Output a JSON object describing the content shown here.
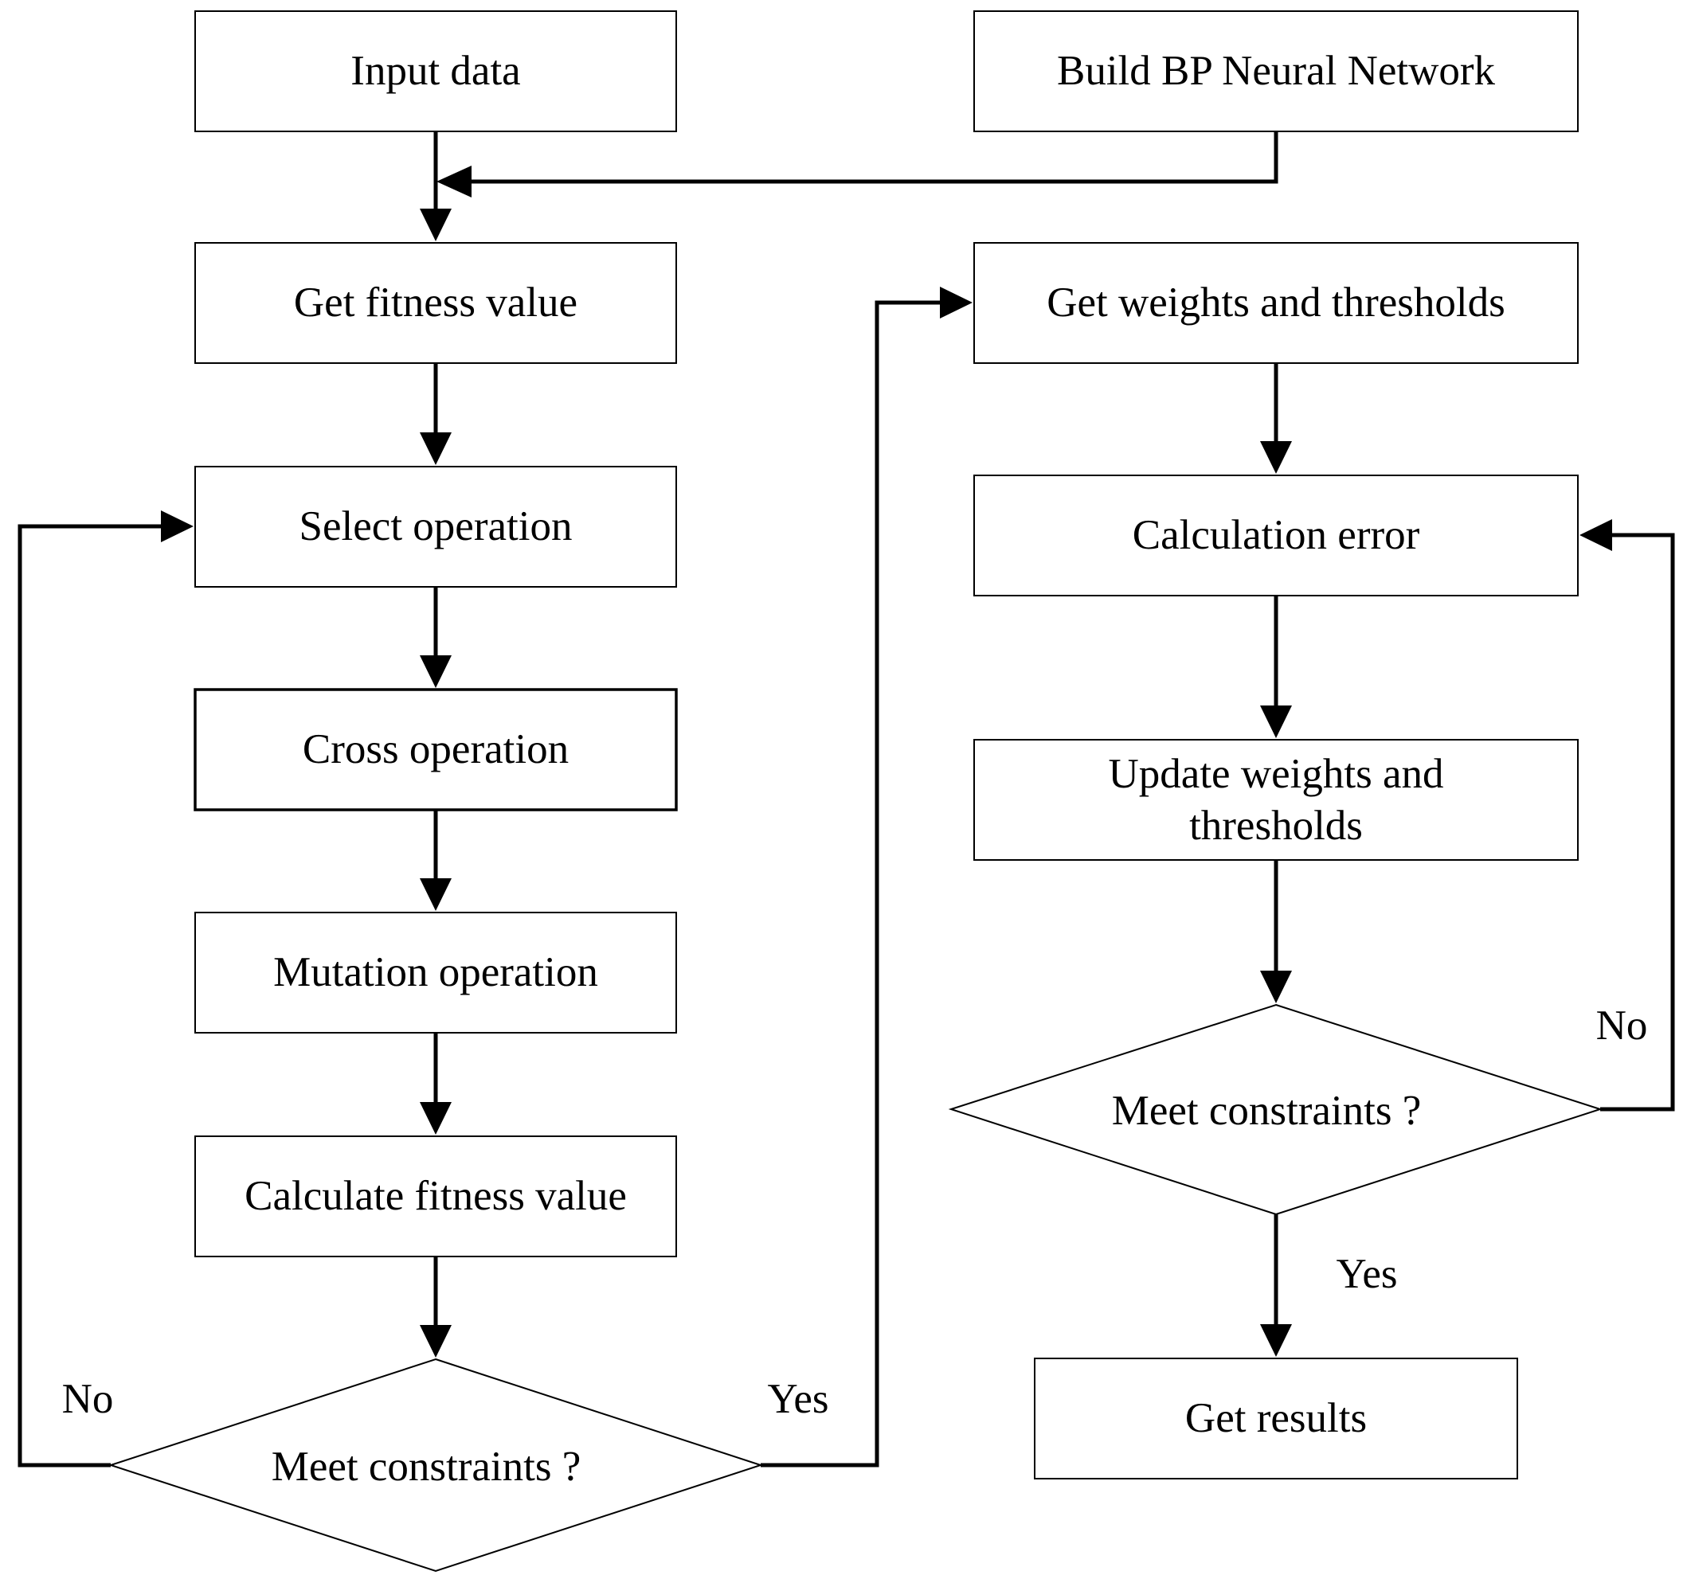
{
  "nodes": {
    "input_data": "Input data",
    "build_bp": "Build BP Neural Network",
    "get_fitness": "Get fitness value",
    "select_op": "Select operation",
    "cross_op": "Cross operation",
    "mutation_op": "Mutation operation",
    "calc_fitness": "Calculate fitness value",
    "meet_left": "Meet constraints ?",
    "get_weights": "Get weights and thresholds",
    "calc_error": "Calculation error",
    "update_line1": "Update weights and",
    "update_line2": "thresholds",
    "meet_right": "Meet constraints ?",
    "get_results": "Get results"
  },
  "edge_labels": {
    "left_no": "No",
    "left_yes": "Yes",
    "right_no": "No",
    "right_yes": "Yes"
  }
}
